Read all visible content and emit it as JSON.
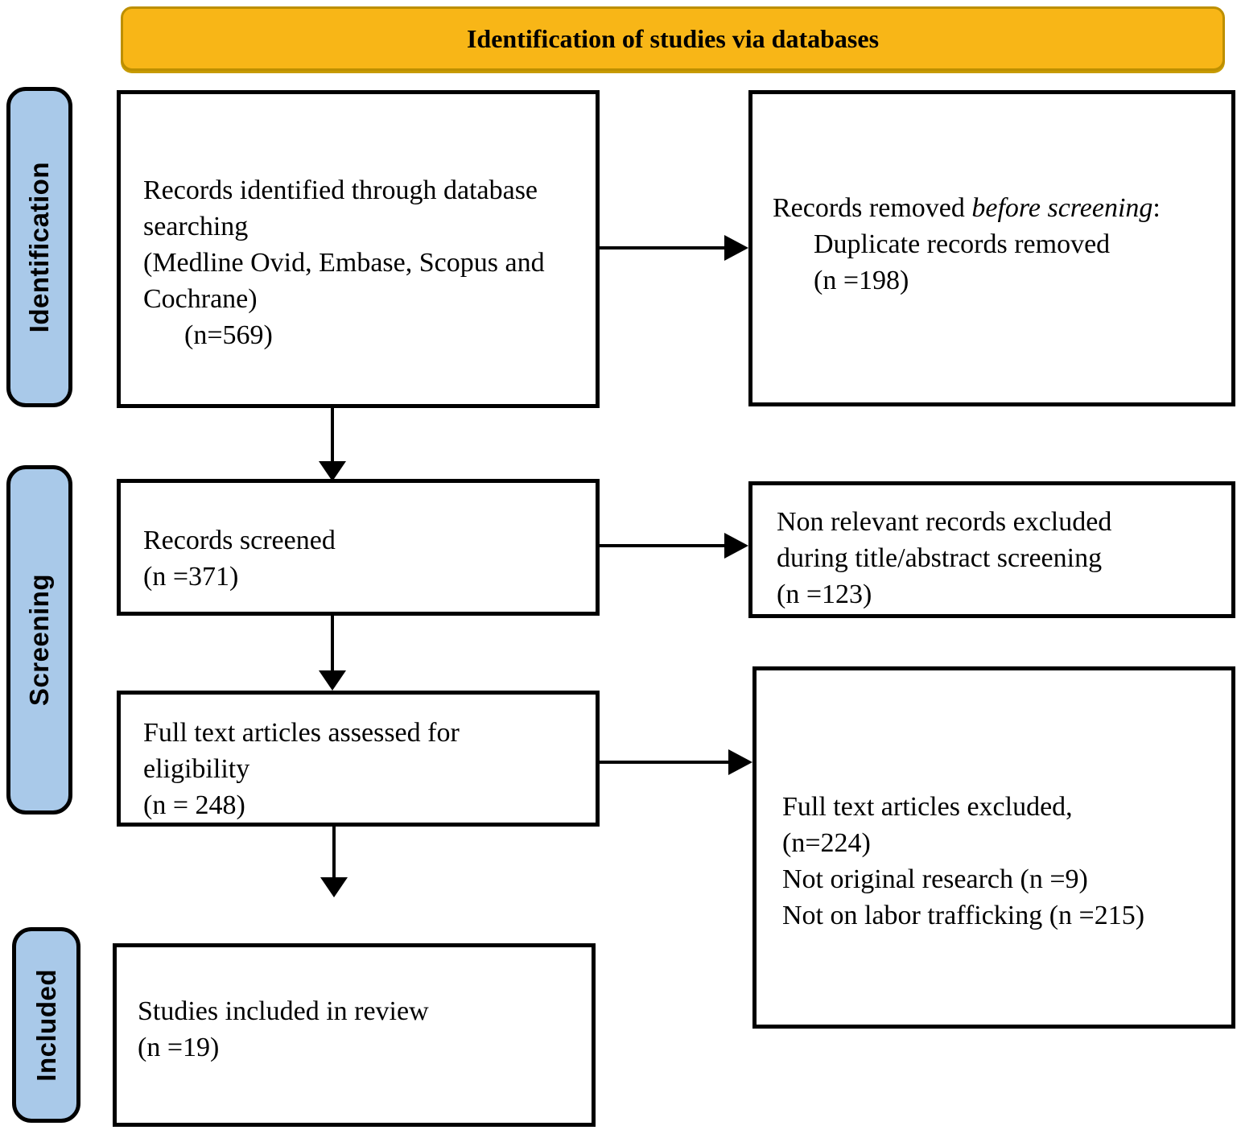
{
  "title_banner": {
    "label": "Identification of studies via databases"
  },
  "stages": [
    {
      "label": "Identification"
    },
    {
      "label": "Screening"
    },
    {
      "label": "Included"
    }
  ],
  "boxes": {
    "records_identified": {
      "text": "Records identified through database\nsearching\n(Medline Ovid, Embase, Scopus and\nCochrane)\n      (n=569)"
    },
    "records_removed": {
      "line1_prefix": "Records removed ",
      "line1_italic": "before screening",
      "line1_suffix": ":",
      "rest": "      Duplicate records removed\n      (n =198)"
    },
    "records_screened": {
      "text": "Records screened\n(n =371)"
    },
    "non_relevant_excluded": {
      "text": "Non relevant records excluded\nduring title/abstract screening\n(n =123)"
    },
    "full_text_assessed": {
      "text": "Full text articles assessed for\neligibility\n(n = 248)"
    },
    "full_text_excluded": {
      "text": "Full text articles excluded,\n(n=224)\nNot original research (n =9)\nNot on labor trafficking (n =215)"
    },
    "studies_included": {
      "text": "Studies included in review\n(n =19)"
    }
  },
  "colors": {
    "banner_fill": "#F8B617",
    "banner_border": "#BD8F00",
    "stage_fill": "#A9C9E9",
    "stage_border": "#000000",
    "box_border": "#000000",
    "arrow": "#000000",
    "background": "#FFFFFF"
  }
}
